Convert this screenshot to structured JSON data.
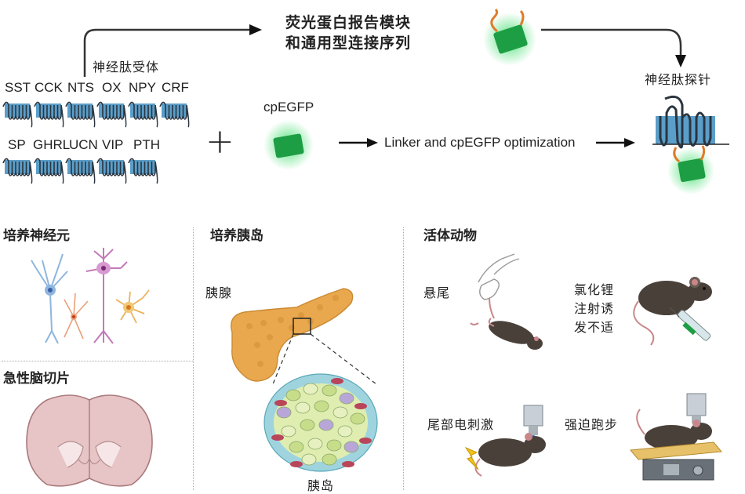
{
  "top": {
    "title_line1": "荧光蛋白报告模块",
    "title_line2": "和通用型连接序列",
    "receptor_header": "神经肽受体",
    "receptors_row1": [
      "SST",
      "CCK",
      "NTS",
      "OX",
      "NPY",
      "CRF"
    ],
    "receptors_row2": [
      "SP",
      "GHRL",
      "UCN",
      "VIP",
      "PTH"
    ],
    "cpegfp_label": "cpEGFP",
    "optimization_label": "Linker and cpEGFP optimization",
    "probe_label": "神经肽探针",
    "plus_sign": "+"
  },
  "sections": {
    "cultured_neurons": "培养神经元",
    "acute_slices": "急性脑切片",
    "cultured_islets": "培养胰岛",
    "pancreas_label": "胰腺",
    "islet_label": "胰岛",
    "live_animals": "活体动物",
    "tail_suspension": "悬尾",
    "licl_line1": "氯化锂",
    "licl_line2": "注射诱",
    "licl_line3": "发不适",
    "tail_shock": "尾部电刺激",
    "forced_running": "强迫跑步"
  },
  "colors": {
    "membrane": "#5b9ec9",
    "gfp": "#1faa4a",
    "gfp_glow": "#3ddc6b",
    "linker": "#e07b2a",
    "pancreas": "#e9a84e",
    "brain": "#e7c4c6",
    "mouse": "#4a403a"
  }
}
